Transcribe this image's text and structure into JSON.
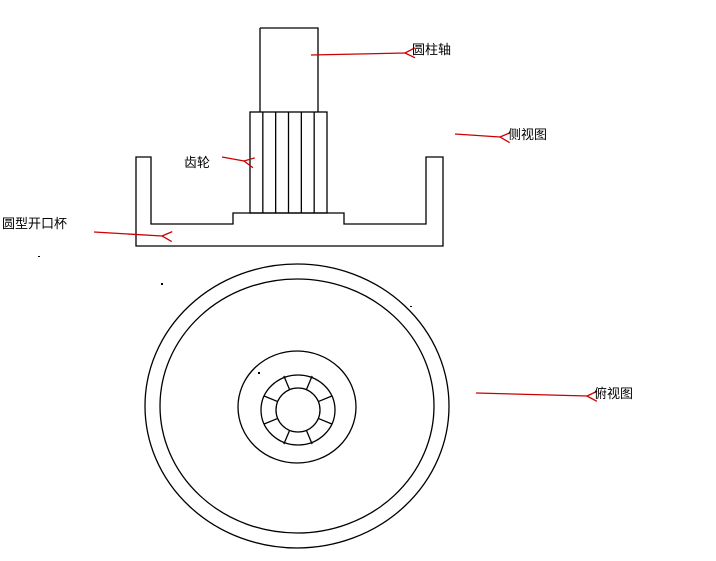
{
  "labels": {
    "shaft": "圆柱轴",
    "side_view": "侧视图",
    "gear": "齿轮",
    "cup": "圆型开口杯",
    "top_view": "俯视图"
  },
  "colors": {
    "line": "#000000",
    "arrow": "#cc0000",
    "background": "#ffffff"
  },
  "side_view": {
    "gear_teeth_count": 5
  },
  "top_view": {
    "ring_count": 5,
    "gear_tick_count": 8
  }
}
